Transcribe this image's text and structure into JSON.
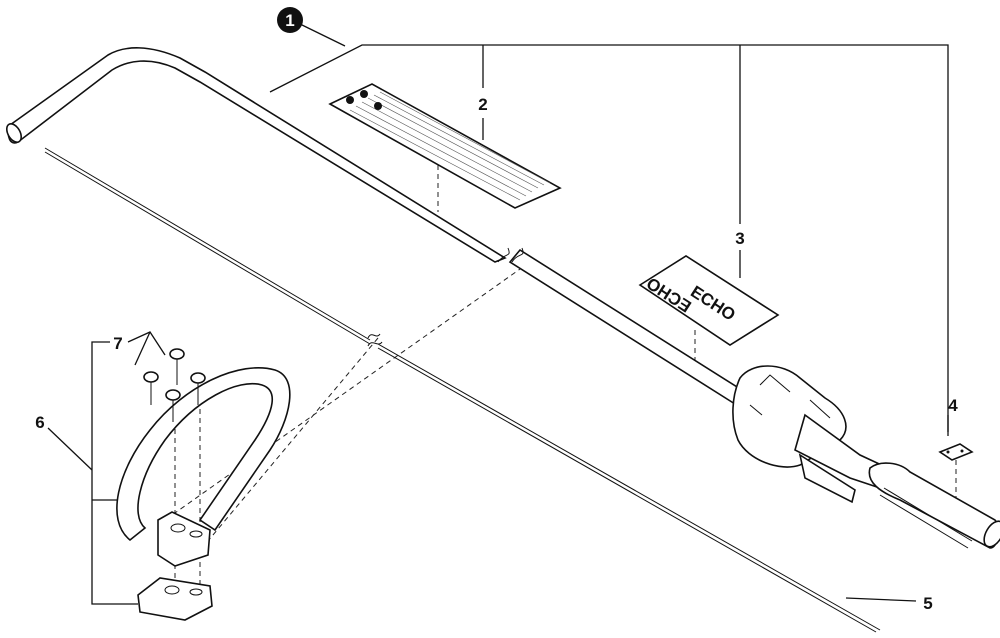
{
  "callouts": {
    "c1": "1",
    "c2": "2",
    "c3": "3",
    "c4": "4",
    "c5": "5",
    "c6": "6",
    "c7": "7"
  },
  "decal_logo": "ECHO",
  "decal_logo_mirrored": "ECHO"
}
